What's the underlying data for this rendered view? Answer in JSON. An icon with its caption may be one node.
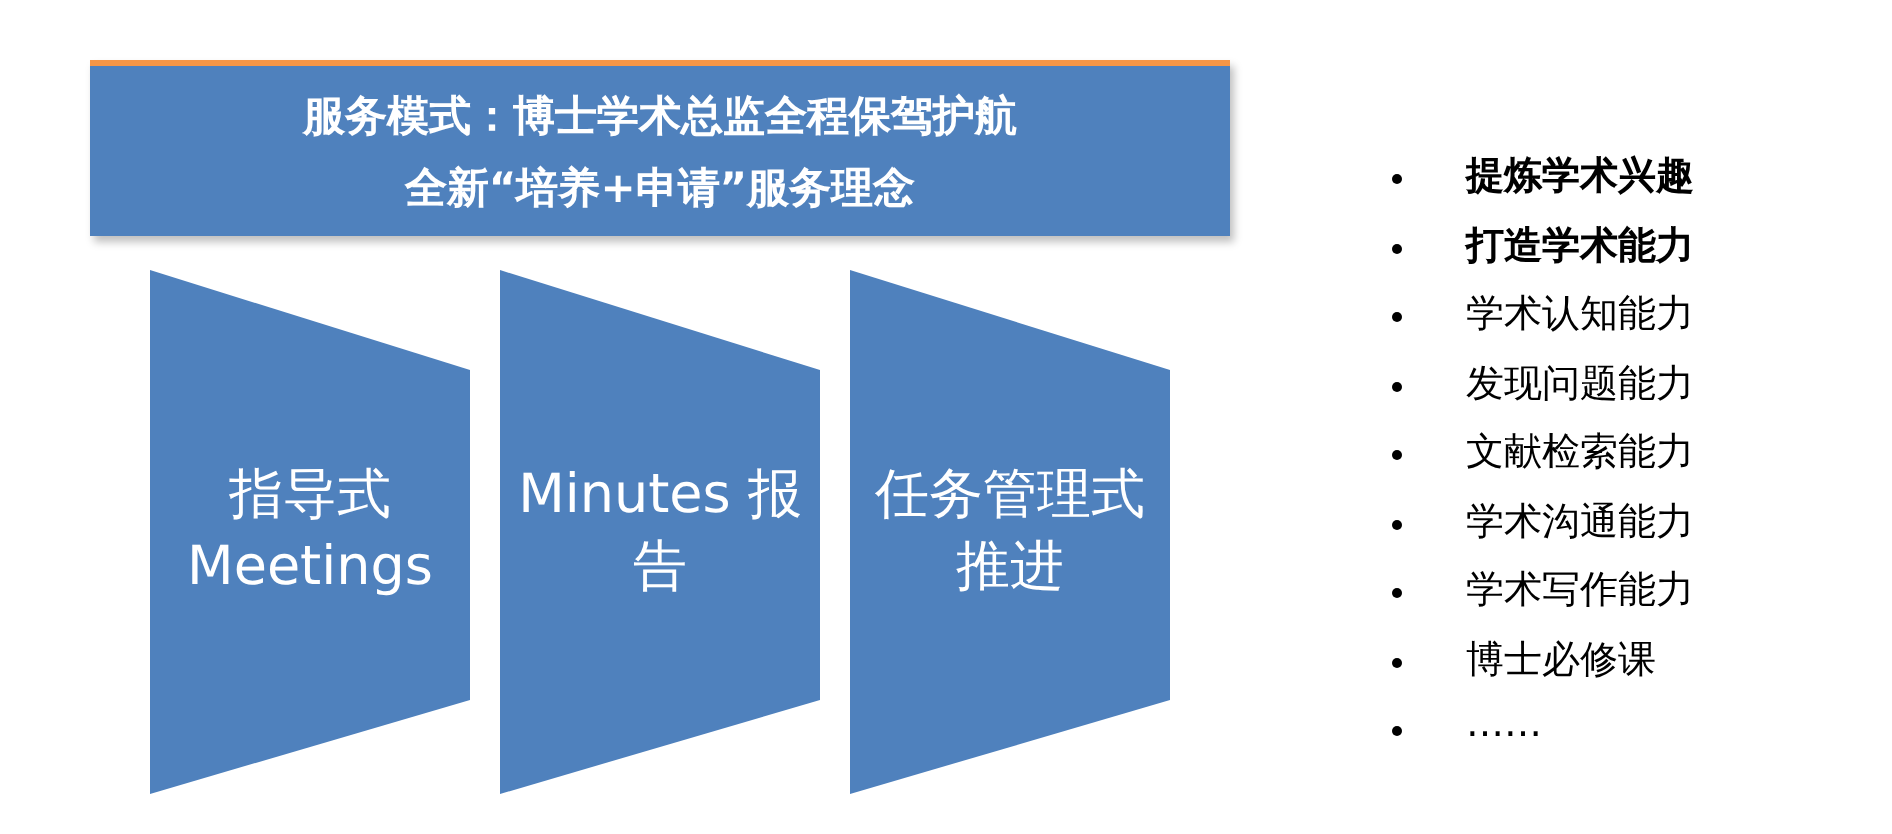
{
  "diagram": {
    "nodes": [
      {
        "text": [
          "服务模式：博士学术总监全程保驾护航",
          "全新“培养+申请”服务理念"
        ]
      },
      {
        "text": [
          "指导式 Meetings"
        ]
      },
      {
        "text": [
          "Minutes 报告"
        ]
      },
      {
        "text": [
          "任务管理式推进"
        ]
      }
    ],
    "labels": [
      "提炼学术兴趣",
      "打造学术能力",
      "学术认知能力",
      "发现问题能力",
      "文献检索能力",
      "学术沟通能力",
      "学术写作能力",
      "博士必修课",
      "……"
    ]
  }
}
